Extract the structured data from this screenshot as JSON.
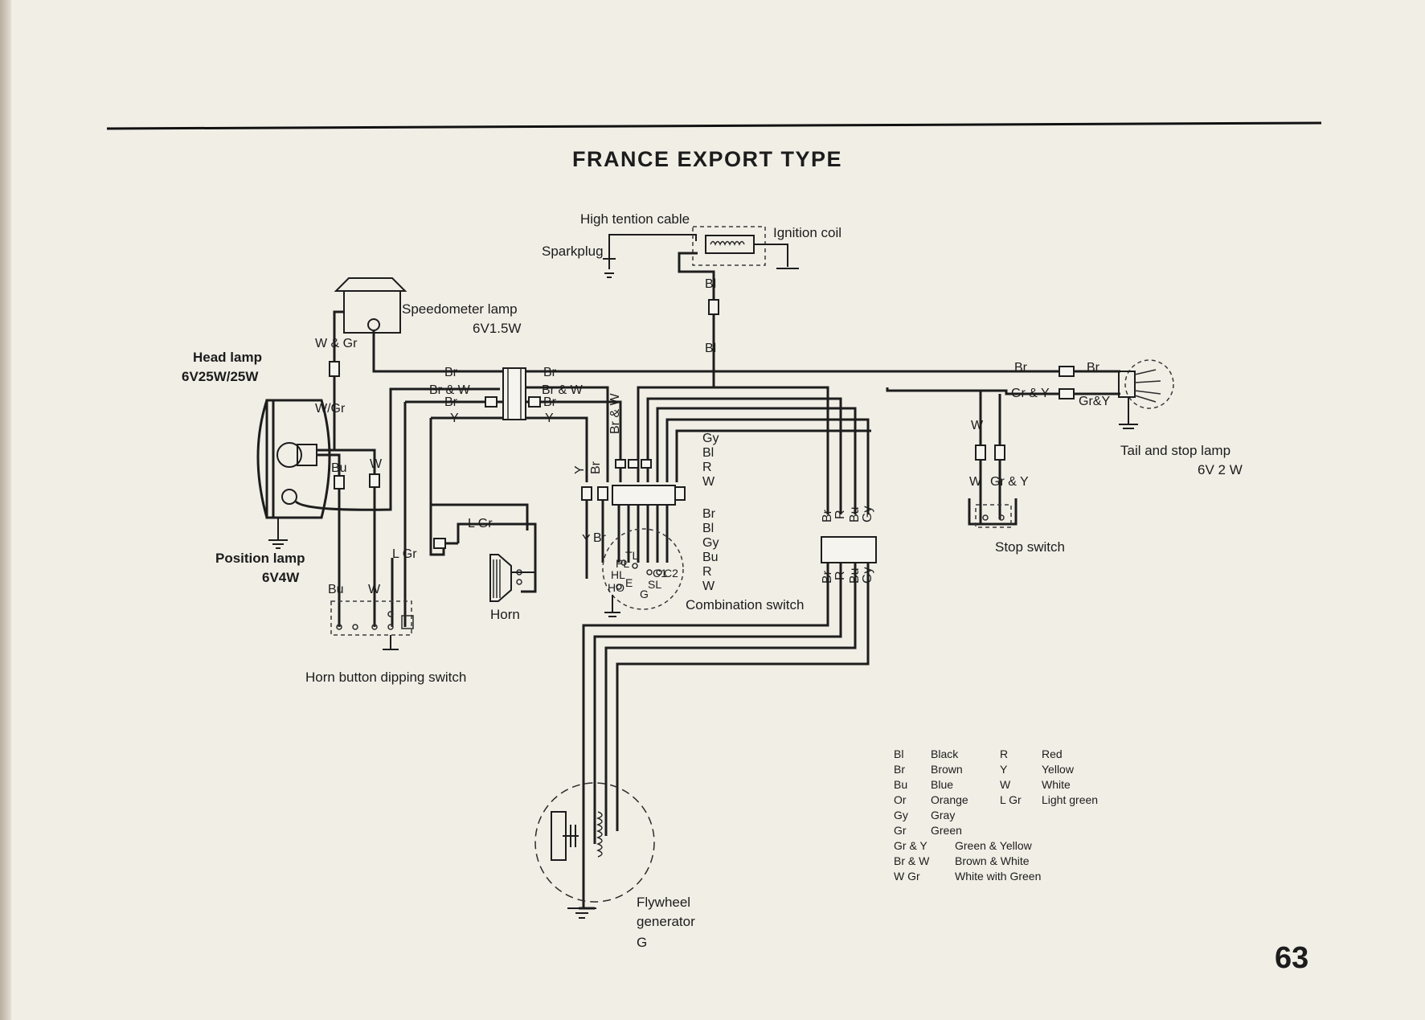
{
  "title": "FRANCE EXPORT TYPE",
  "page_number": "63",
  "components": {
    "high_tension_cable": "High tention cable",
    "sparkplug": "Sparkplug",
    "ignition_coil": "Ignition coil",
    "speedometer_lamp": {
      "name": "Speedometer lamp",
      "rating": "6V1.5W"
    },
    "head_lamp": {
      "name": "Head lamp",
      "rating": "6V25W/25W"
    },
    "position_lamp": {
      "name": "Position lamp",
      "rating": "6V4W"
    },
    "tail_stop_lamp": {
      "name": "Tail and stop lamp",
      "rating": "6V 2 W"
    },
    "stop_switch": "Stop switch",
    "horn": "Horn",
    "combination_switch": "Combination switch",
    "horn_button": "Horn button dipping switch",
    "flywheel": {
      "line1": "Flywheel",
      "line2": "generator",
      "line3": "G"
    }
  },
  "wire_labels": {
    "bl": "Bl",
    "br": "Br",
    "br_w": "Br & W",
    "y": "Y",
    "w": "W",
    "w_gr": "W & Gr",
    "w_slash_gr": "W/Gr",
    "bu": "Bu",
    "l_gr": "L Gr",
    "gr_y": "Gr & Y",
    "gr_y2": "Gr&Y",
    "gy": "Gy",
    "r": "R",
    "stop_gr_y": "Gr & Y"
  },
  "switch_terminals": [
    "PL",
    "TL",
    "HL",
    "HO",
    "E",
    "G",
    "SL",
    "C1",
    "C2"
  ],
  "legend": {
    "left": [
      {
        "code": "Bl",
        "color": "Black"
      },
      {
        "code": "Br",
        "color": "Brown"
      },
      {
        "code": "Bu",
        "color": "Blue"
      },
      {
        "code": "Or",
        "color": "Orange"
      },
      {
        "code": "Gy",
        "color": "Gray"
      },
      {
        "code": "Gr",
        "color": "Green"
      },
      {
        "code": "Gr & Y",
        "color": "Green & Yellow"
      },
      {
        "code": "Br & W",
        "color": "Brown & White"
      },
      {
        "code": "W Gr",
        "color": "White with Green"
      }
    ],
    "right": [
      {
        "code": "R",
        "color": "Red"
      },
      {
        "code": "Y",
        "color": "Yellow"
      },
      {
        "code": "W",
        "color": "White"
      },
      {
        "code": "L Gr",
        "color": "Light green"
      }
    ]
  }
}
